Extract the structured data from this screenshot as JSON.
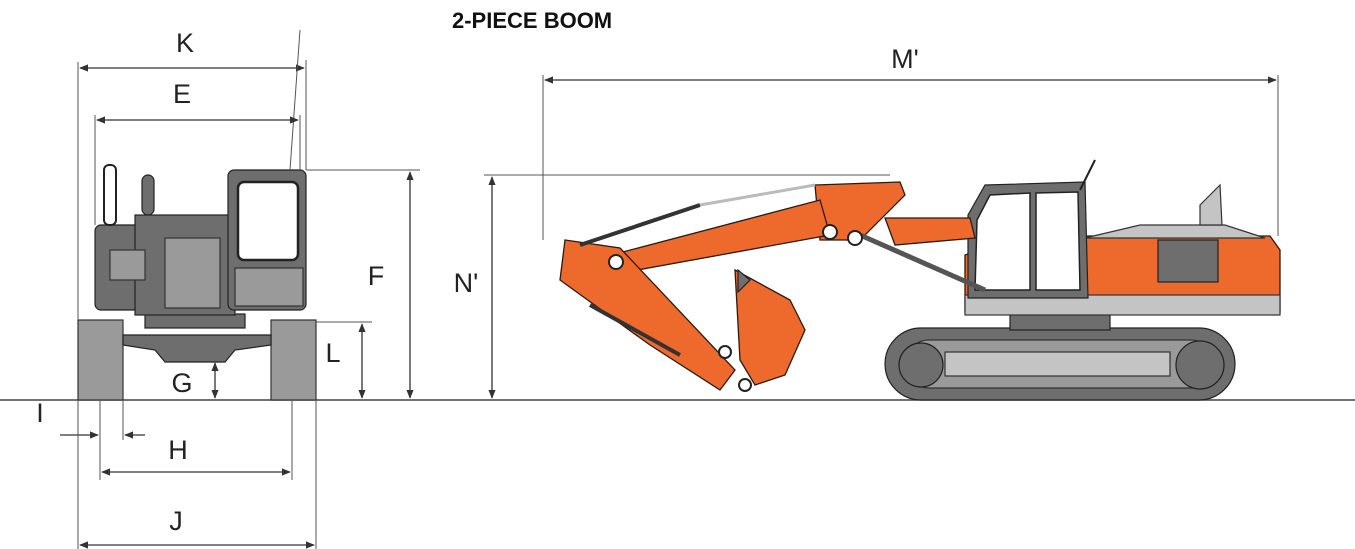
{
  "title": "2-PIECE BOOM",
  "labels": {
    "K": "K",
    "E": "E",
    "F": "F",
    "L": "L",
    "G": "G",
    "I": "I",
    "H": "H",
    "J": "J",
    "M_prime": "M'",
    "N_prime": "N'"
  },
  "colors": {
    "body_orange": "#ee6a2c",
    "machine_gray": "#9a9a9a",
    "line": "#333333"
  }
}
